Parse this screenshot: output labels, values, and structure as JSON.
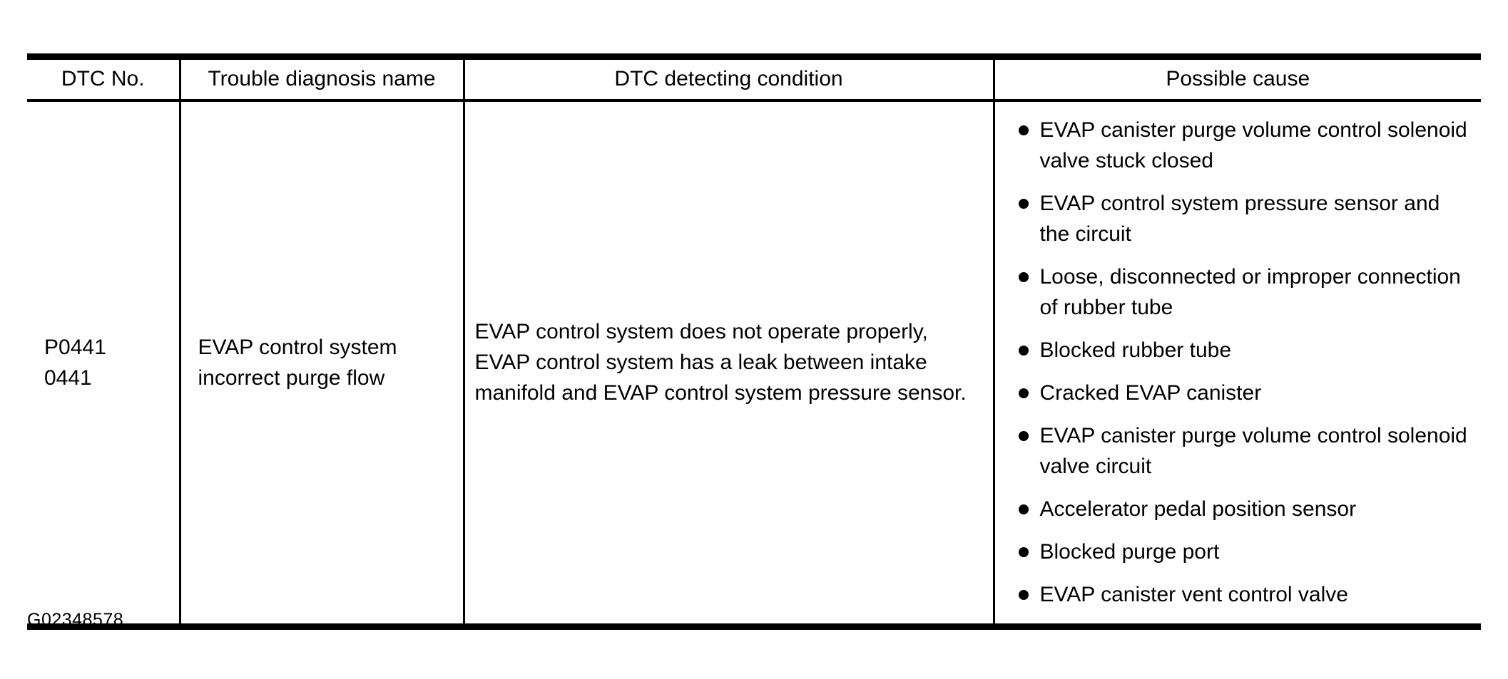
{
  "colors": {
    "background": "#ffffff",
    "text": "#000000",
    "rule": "#000000"
  },
  "table": {
    "headers": [
      "DTC No.",
      "Trouble diagnosis name",
      "DTC detecting condition",
      "Possible cause"
    ],
    "row": {
      "dtc_no": [
        "P0441",
        "0441"
      ],
      "trouble_diagnosis_name": "EVAP control system incorrect purge flow",
      "dtc_detecting_condition": "EVAP control system does not operate properly, EVAP control system has a leak between intake manifold and EVAP control system pressure sensor.",
      "possible_causes": [
        "EVAP canister purge volume control solenoid valve stuck closed",
        "EVAP control system pressure sensor and the circuit",
        "Loose, disconnected or improper connection of rubber tube",
        "Blocked rubber tube",
        "Cracked EVAP canister",
        "EVAP canister purge volume control solenoid valve circuit",
        "Accelerator pedal position sensor",
        "Blocked purge port",
        "EVAP canister vent control valve"
      ]
    }
  },
  "figure_id": "G02348578"
}
